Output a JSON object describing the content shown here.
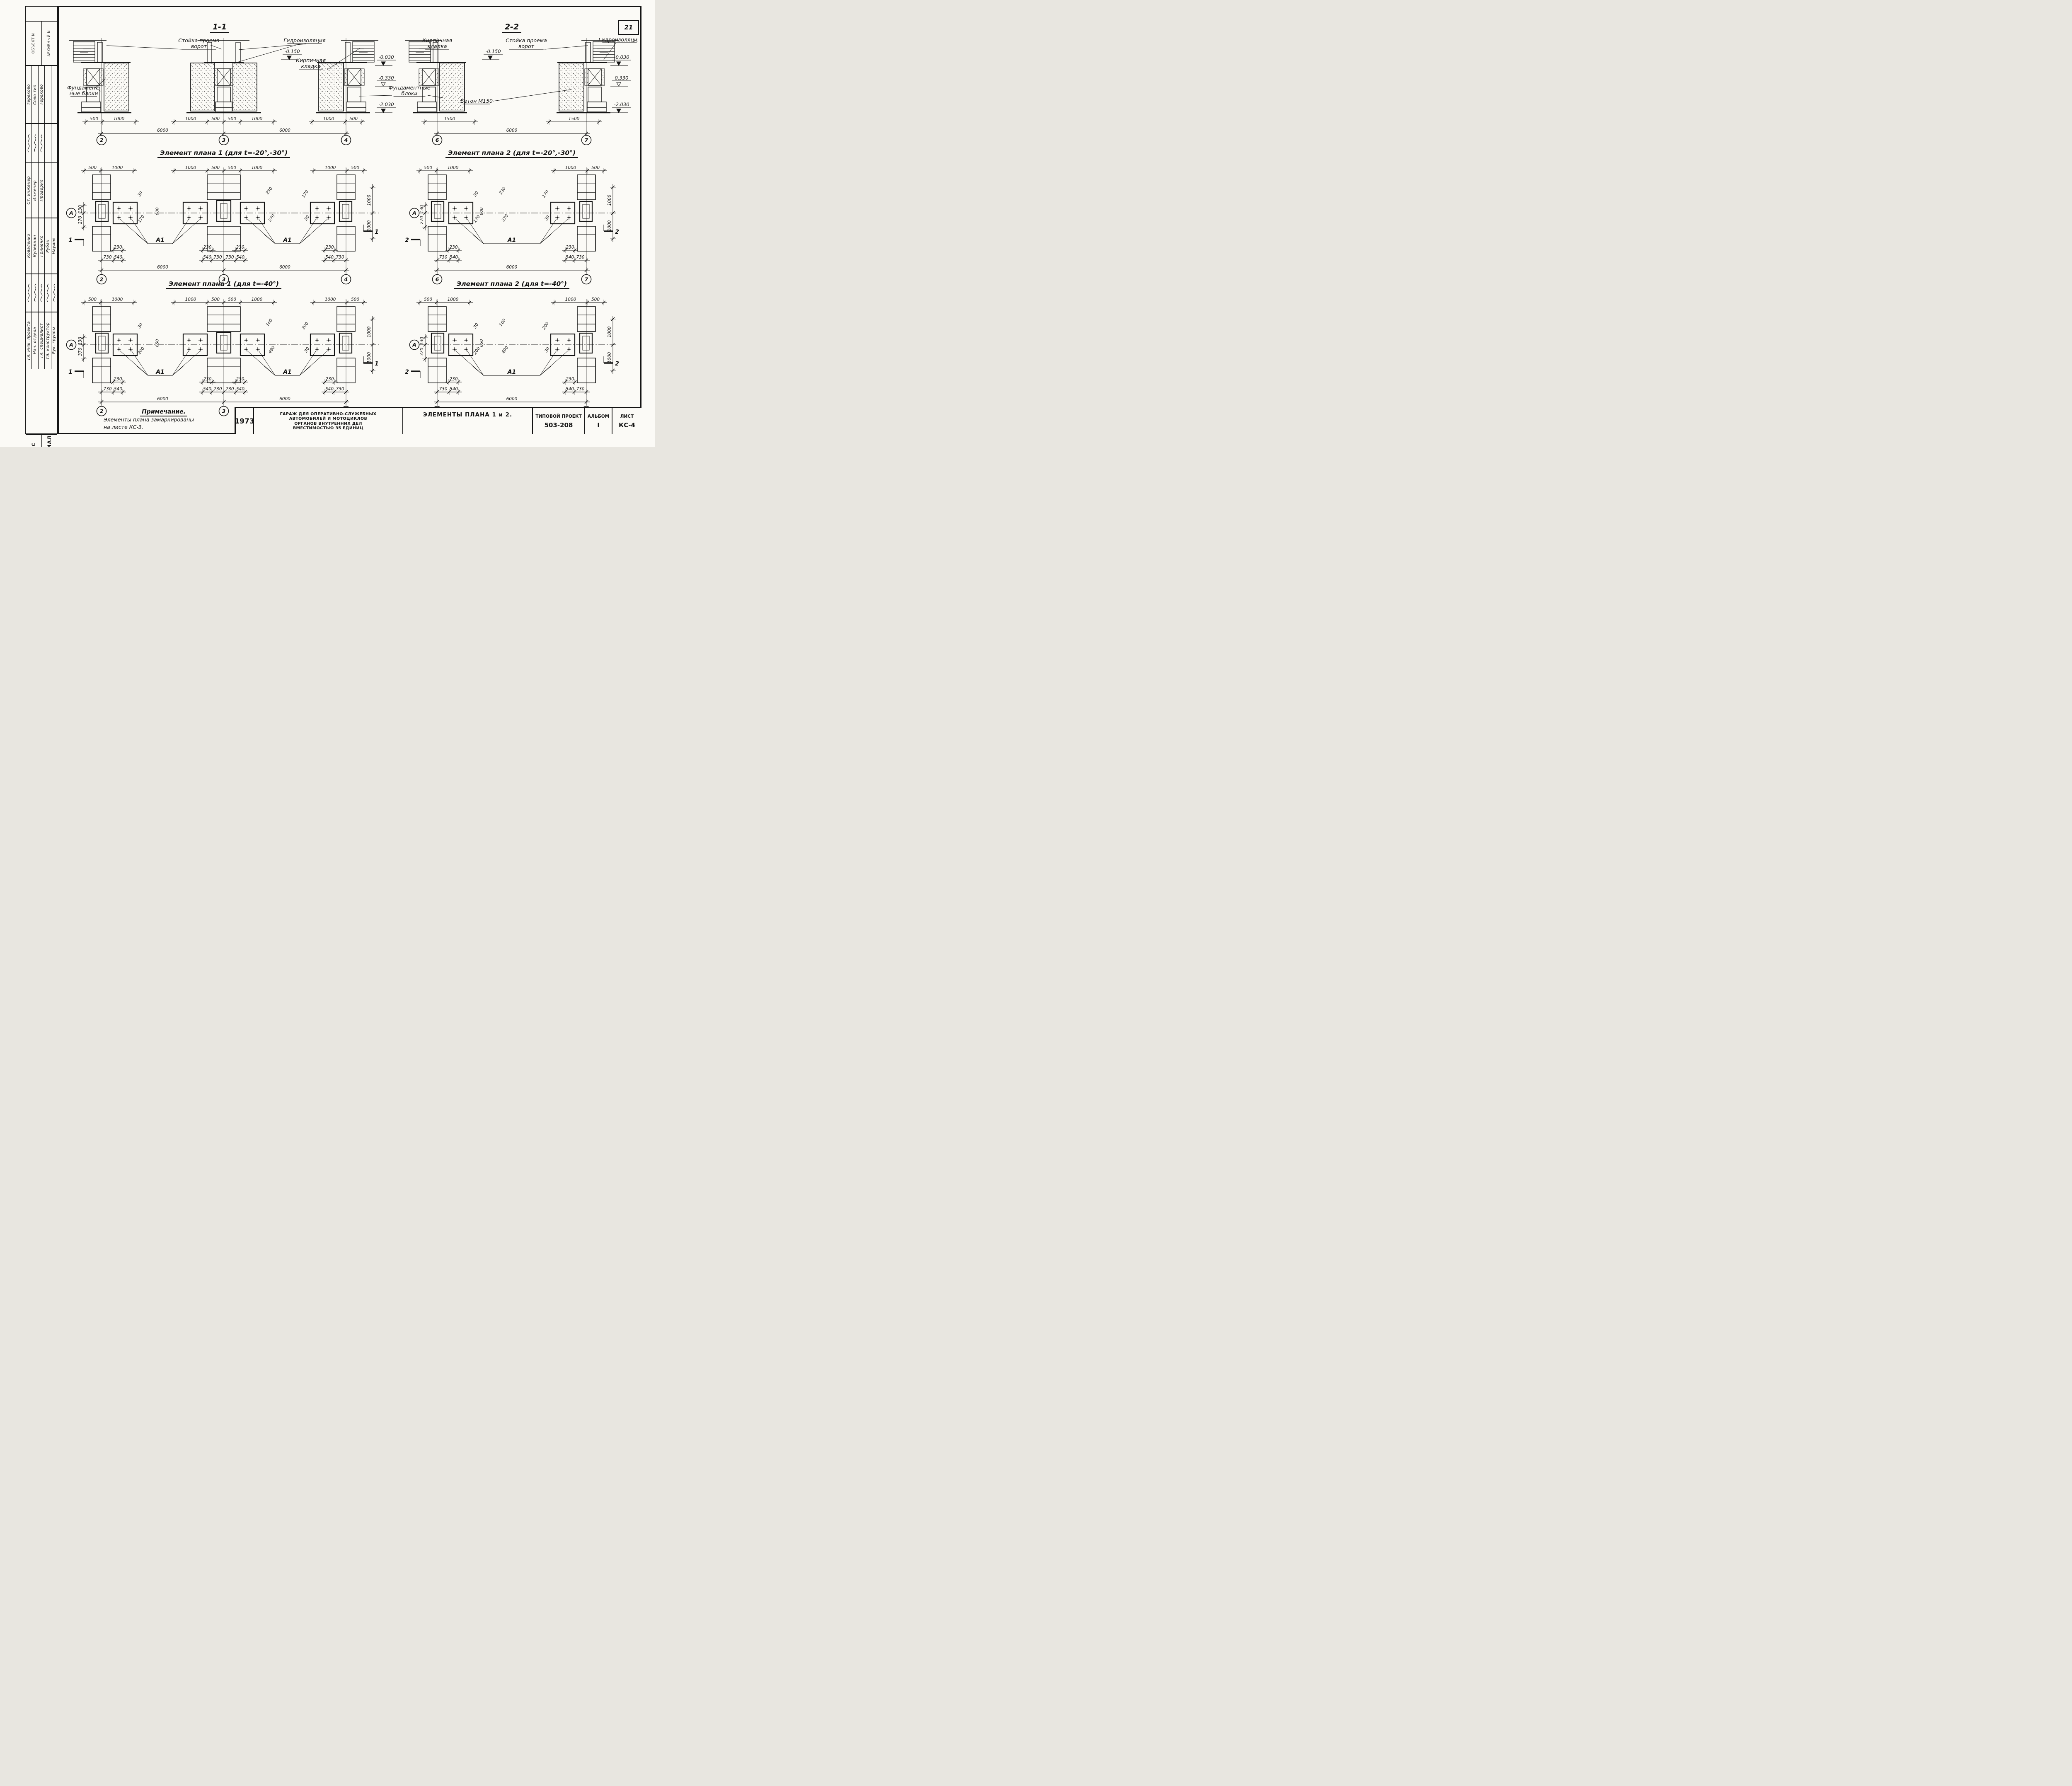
{
  "sheet": {
    "number": "21"
  },
  "stamp": {
    "object_header": "ОБЪЕКТ N",
    "archive_header": "АРХИВНЫЙ N",
    "object_entries": [
      "Терехово",
      "Сово тип",
      "Терехово"
    ],
    "roles_top": [
      "Ст. инженер",
      "Инженер",
      "Проверил"
    ],
    "names": [
      "Коваленко",
      "Куперман",
      "Гриненко",
      "Рубан",
      "Наумов"
    ],
    "roles_bottom": [
      "Гл. инж. проекта",
      "Нач. отдела",
      "Гл. специалист",
      "Гл. конструктор",
      "Рук. группы"
    ],
    "org_line1": "ГИПРОАВТОТРАНС",
    "org_line2": "РОСТОВСКИЙ ФИЛИАЛ"
  },
  "titles": {
    "s11": "1-1",
    "s22": "2-2",
    "p1a": "Элемент плана 1 (для t=-20°,-30°)",
    "p2a": "Элемент плана 2 (для t=-20°,-30°)",
    "p1b": "Элемент плана 1 (для t=-40°)",
    "p2b": "Элемент плана 2 (для t=-40°)"
  },
  "sections": {
    "callouts": {
      "stojka1": "Стойка проема",
      "stojka2": "ворот",
      "gidro": "Гидроизоляция",
      "kirpich1": "Кирпичная",
      "kirpich2": "кладка",
      "fund_left1": "Фундамент-",
      "fund_left2": "ные блоки",
      "fund_mid1": "Фундаментные",
      "fund_mid2": "блоки",
      "beton": "Бетон М150"
    },
    "levels": {
      "l150": "-0.150",
      "l030": "-0.030",
      "l330": "-0.330",
      "l330b": "0.330",
      "l2030": "-2.030"
    },
    "s11": {
      "axes": [
        "2",
        "3",
        "4"
      ],
      "spans": [
        "6000",
        "6000"
      ],
      "dims_a2": [
        "500",
        "1000"
      ],
      "dims_a3": [
        "1000",
        "500",
        "500",
        "1000"
      ],
      "dims_a4": [
        "1000",
        "500"
      ]
    },
    "s22": {
      "axes": [
        "6",
        "7"
      ],
      "spans": [
        "6000"
      ],
      "dims_a6": [
        "1500"
      ],
      "dims_a7": [
        "1500"
      ]
    }
  },
  "plans": {
    "axis_letter": "А",
    "mark_label": "А1",
    "p1a": {
      "sec_mark": "1",
      "axes": [
        "2",
        "3",
        "4"
      ],
      "spans": [
        "6000",
        "6000"
      ],
      "top_a2": [
        "500",
        "1000"
      ],
      "top_a3": [
        "1000",
        "500",
        "500",
        "1000"
      ],
      "top_a4": [
        "1000",
        "500"
      ],
      "left_dims": [
        "130",
        "270"
      ],
      "pad_dim": "230",
      "bot_a2": [
        "730",
        "540"
      ],
      "bot_a3": [
        "540",
        "730",
        "730",
        "540"
      ],
      "bot_a4": [
        "540",
        "730"
      ],
      "right_dims": [
        "1000",
        "1000"
      ],
      "detail_dims": [
        "30",
        "170",
        "230",
        "370",
        "600"
      ]
    },
    "p2a": {
      "sec_mark": "2",
      "axes": [
        "6",
        "7"
      ],
      "spans": [
        "6000"
      ],
      "top_a6": [
        "500",
        "1000"
      ],
      "top_a7": [
        "1000",
        "500"
      ],
      "left_dims": [
        "130",
        "270"
      ],
      "pad_dim": "230",
      "bot_a6": [
        "730",
        "540"
      ],
      "bot_a7": [
        "540",
        "730"
      ],
      "right_dims": [
        "1000",
        "1000"
      ],
      "detail_dims": [
        "30",
        "170",
        "230",
        "370",
        "600"
      ]
    },
    "p1b": {
      "sec_mark": "1",
      "axes": [
        "2",
        "3",
        "4"
      ],
      "spans": [
        "6000",
        "6000"
      ],
      "top_a2": [
        "500",
        "1000"
      ],
      "top_a3": [
        "1000",
        "500",
        "500",
        "1000"
      ],
      "top_a4": [
        "1000",
        "500"
      ],
      "left_dims": [
        "130",
        "370"
      ],
      "pad_dim": "230",
      "bot_a2": [
        "730",
        "540"
      ],
      "bot_a3": [
        "540",
        "730",
        "730",
        "540"
      ],
      "bot_a4": [
        "540",
        "730"
      ],
      "right_dims": [
        "1000",
        "1000"
      ],
      "detail_dims": [
        "30",
        "200",
        "160",
        "490",
        "650"
      ]
    },
    "p2b": {
      "sec_mark": "2",
      "axes": [
        "6",
        "7"
      ],
      "spans": [
        "6000"
      ],
      "top_a6": [
        "500",
        "1000"
      ],
      "top_a7": [
        "1000",
        "500"
      ],
      "left_dims": [
        "130",
        "370"
      ],
      "pad_dim": "230",
      "bot_a6": [
        "730",
        "540"
      ],
      "bot_a7": [
        "540",
        "730"
      ],
      "right_dims": [
        "1000",
        "1000"
      ],
      "detail_dims": [
        "30",
        "200",
        "160",
        "490",
        "650"
      ]
    }
  },
  "note": {
    "title": "Примечание.",
    "line1": "Элементы плана замаркированы",
    "line2": "на листе КС-3."
  },
  "title_block": {
    "year": "1973",
    "project1": "ГАРАЖ ДЛЯ ОПЕРАТИВНО-СЛУЖЕБНЫХ",
    "project2": "АВТОМОБИЛЕЙ И МОТОЦИКЛОВ",
    "project3": "ОРГАНОВ ВНУТРЕННИХ ДЕЛ",
    "project4": "ВМЕСТИМОСТЬЮ 35 ЕДИНИЦ",
    "sheet_title": "ЭЛЕМЕНТЫ ПЛАНА 1 и 2.",
    "tp_label": "ТИПОВОЙ ПРОЕКТ",
    "tp_number": "503-208",
    "album_label": "АЛЬБОМ",
    "album_number": "I",
    "list_label": "ЛИСТ",
    "list_number": "КС-4"
  }
}
